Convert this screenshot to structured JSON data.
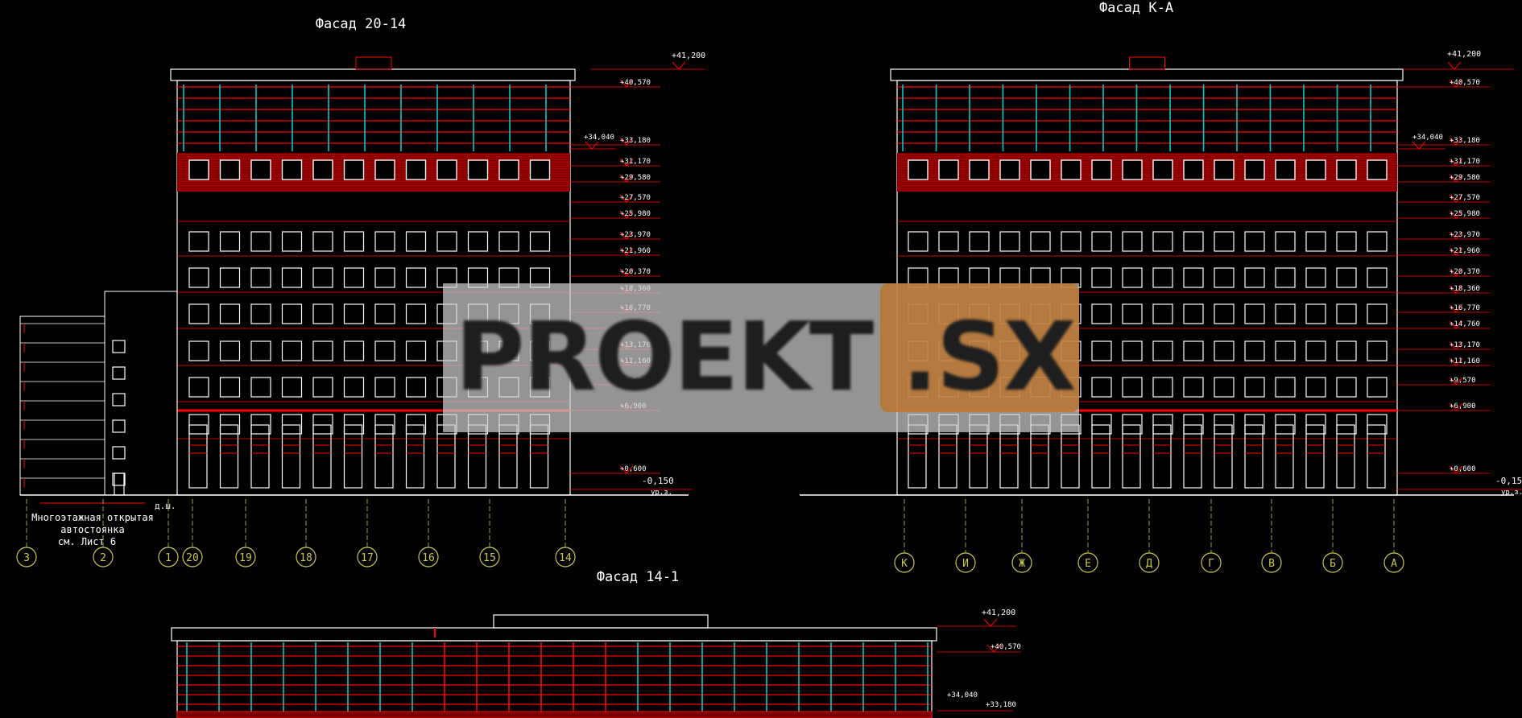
{
  "titles": {
    "facade_a": "Фасад 20-14",
    "facade_b": "Фасад К-А",
    "facade_c": "Фасад 14-1"
  },
  "elevations": {
    "levels": [
      "+40,570",
      "+33,180",
      "+31,170",
      "+29,580",
      "+27,570",
      "+25,980",
      "+23,970",
      "+21,960",
      "+20,370",
      "+18,360",
      "+16,770",
      "+14,760",
      "+13,170",
      "+11,160",
      "+9,570",
      "+6,900",
      "+0,600"
    ],
    "top": "+41,200",
    "side": "+34,040",
    "ground": "-0,150",
    "ground_label": "ур.з."
  },
  "facade_c_levels": {
    "top": "+41,200",
    "l1": "+40,570",
    "side": "+34,040",
    "l2": "+33,180"
  },
  "axes": {
    "facade_a": [
      "3",
      "2",
      "1",
      "20",
      "19",
      "18",
      "17",
      "16",
      "15",
      "14"
    ],
    "facade_b": [
      "К",
      "И",
      "Ж",
      "Е",
      "Д",
      "Г",
      "В",
      "Б",
      "А"
    ]
  },
  "annex": {
    "dsh": "д.ш.",
    "note_line1": "Многоэтажная  открытая",
    "note_line2": "автостоянка",
    "note_line3": "см.  Лист  6"
  },
  "watermark": {
    "text": "PROEKT",
    "suffix": ".SX"
  },
  "colors": {
    "background": "#000000",
    "structure": "#ff0000",
    "outline": "#ffffff",
    "glazing": "#00c8c8",
    "axis": "#c8c850",
    "watermark_bg": "#cdcdcd",
    "watermark_accent": "#be7328"
  }
}
